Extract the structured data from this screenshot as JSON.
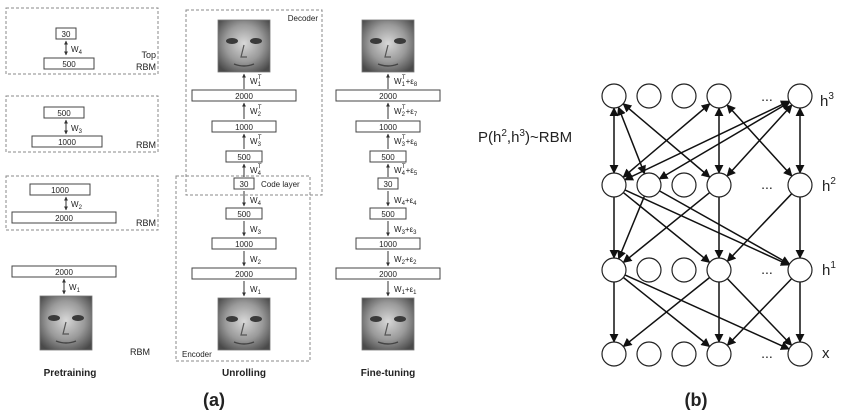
{
  "panel_a": {
    "caption": "(a)",
    "pretraining": {
      "title": "Pretraining",
      "rbm_blocks": [
        {
          "top": "30",
          "bottom": "500",
          "weight": "W",
          "weight_sub": "4",
          "tag_line1": "Top",
          "tag_line2": "RBM"
        },
        {
          "top": "500",
          "bottom": "1000",
          "weight": "W",
          "weight_sub": "3",
          "tag_line1": "",
          "tag_line2": "RBM"
        },
        {
          "top": "1000",
          "bottom": "2000",
          "weight": "W",
          "weight_sub": "2",
          "tag_line1": "",
          "tag_line2": "RBM"
        }
      ],
      "bottom_layer": "2000",
      "bottom_weight": "W",
      "bottom_weight_sub": "1",
      "bottom_tag": "RBM"
    },
    "unrolling": {
      "title": "Unrolling",
      "decoder_label": "Decoder",
      "encoder_label": "Encoder",
      "code_layer_label": "Code layer",
      "decoder_layers": [
        "2000",
        "1000",
        "500"
      ],
      "decoder_weights": [
        {
          "w": "W",
          "sub": "1",
          "sup": "T"
        },
        {
          "w": "W",
          "sub": "2",
          "sup": "T"
        },
        {
          "w": "W",
          "sub": "3",
          "sup": "T"
        },
        {
          "w": "W",
          "sub": "4",
          "sup": "T"
        }
      ],
      "code": "30",
      "encoder_layers": [
        "500",
        "1000",
        "2000"
      ],
      "encoder_weights": [
        {
          "w": "W",
          "sub": "4"
        },
        {
          "w": "W",
          "sub": "3"
        },
        {
          "w": "W",
          "sub": "2"
        },
        {
          "w": "W",
          "sub": "1"
        }
      ]
    },
    "finetuning": {
      "title": "Fine-tuning",
      "decoder_layers": [
        "2000",
        "1000",
        "500"
      ],
      "decoder_weights": [
        {
          "w": "W",
          "sub": "1",
          "sup": "T",
          "eps": "+ε",
          "eps_sub": "8"
        },
        {
          "w": "W",
          "sub": "2",
          "sup": "T",
          "eps": "+ε",
          "eps_sub": "7"
        },
        {
          "w": "W",
          "sub": "3",
          "sup": "T",
          "eps": "+ε",
          "eps_sub": "6"
        },
        {
          "w": "W",
          "sub": "4",
          "sup": "T",
          "eps": "+ε",
          "eps_sub": "5"
        }
      ],
      "code": "30",
      "encoder_layers": [
        "500",
        "1000",
        "2000"
      ],
      "encoder_weights": [
        {
          "w": "W",
          "sub": "4",
          "eps": "+ε",
          "eps_sub": "4"
        },
        {
          "w": "W",
          "sub": "3",
          "eps": "+ε",
          "eps_sub": "3"
        },
        {
          "w": "W",
          "sub": "2",
          "eps": "+ε",
          "eps_sub": "2"
        },
        {
          "w": "W",
          "sub": "1",
          "eps": "+ε",
          "eps_sub": "1"
        }
      ]
    }
  },
  "panel_b": {
    "caption": "(b)",
    "rbm_label": "P(h",
    "rbm_sup1": "2",
    "rbm_mid": ",h",
    "rbm_sup2": "3",
    "rbm_end": ")~RBM",
    "ellipsis": "...",
    "layers": [
      {
        "name": "h",
        "sup": "3"
      },
      {
        "name": "h",
        "sup": "2"
      },
      {
        "name": "h",
        "sup": "1"
      },
      {
        "name": "x",
        "sup": ""
      }
    ]
  }
}
